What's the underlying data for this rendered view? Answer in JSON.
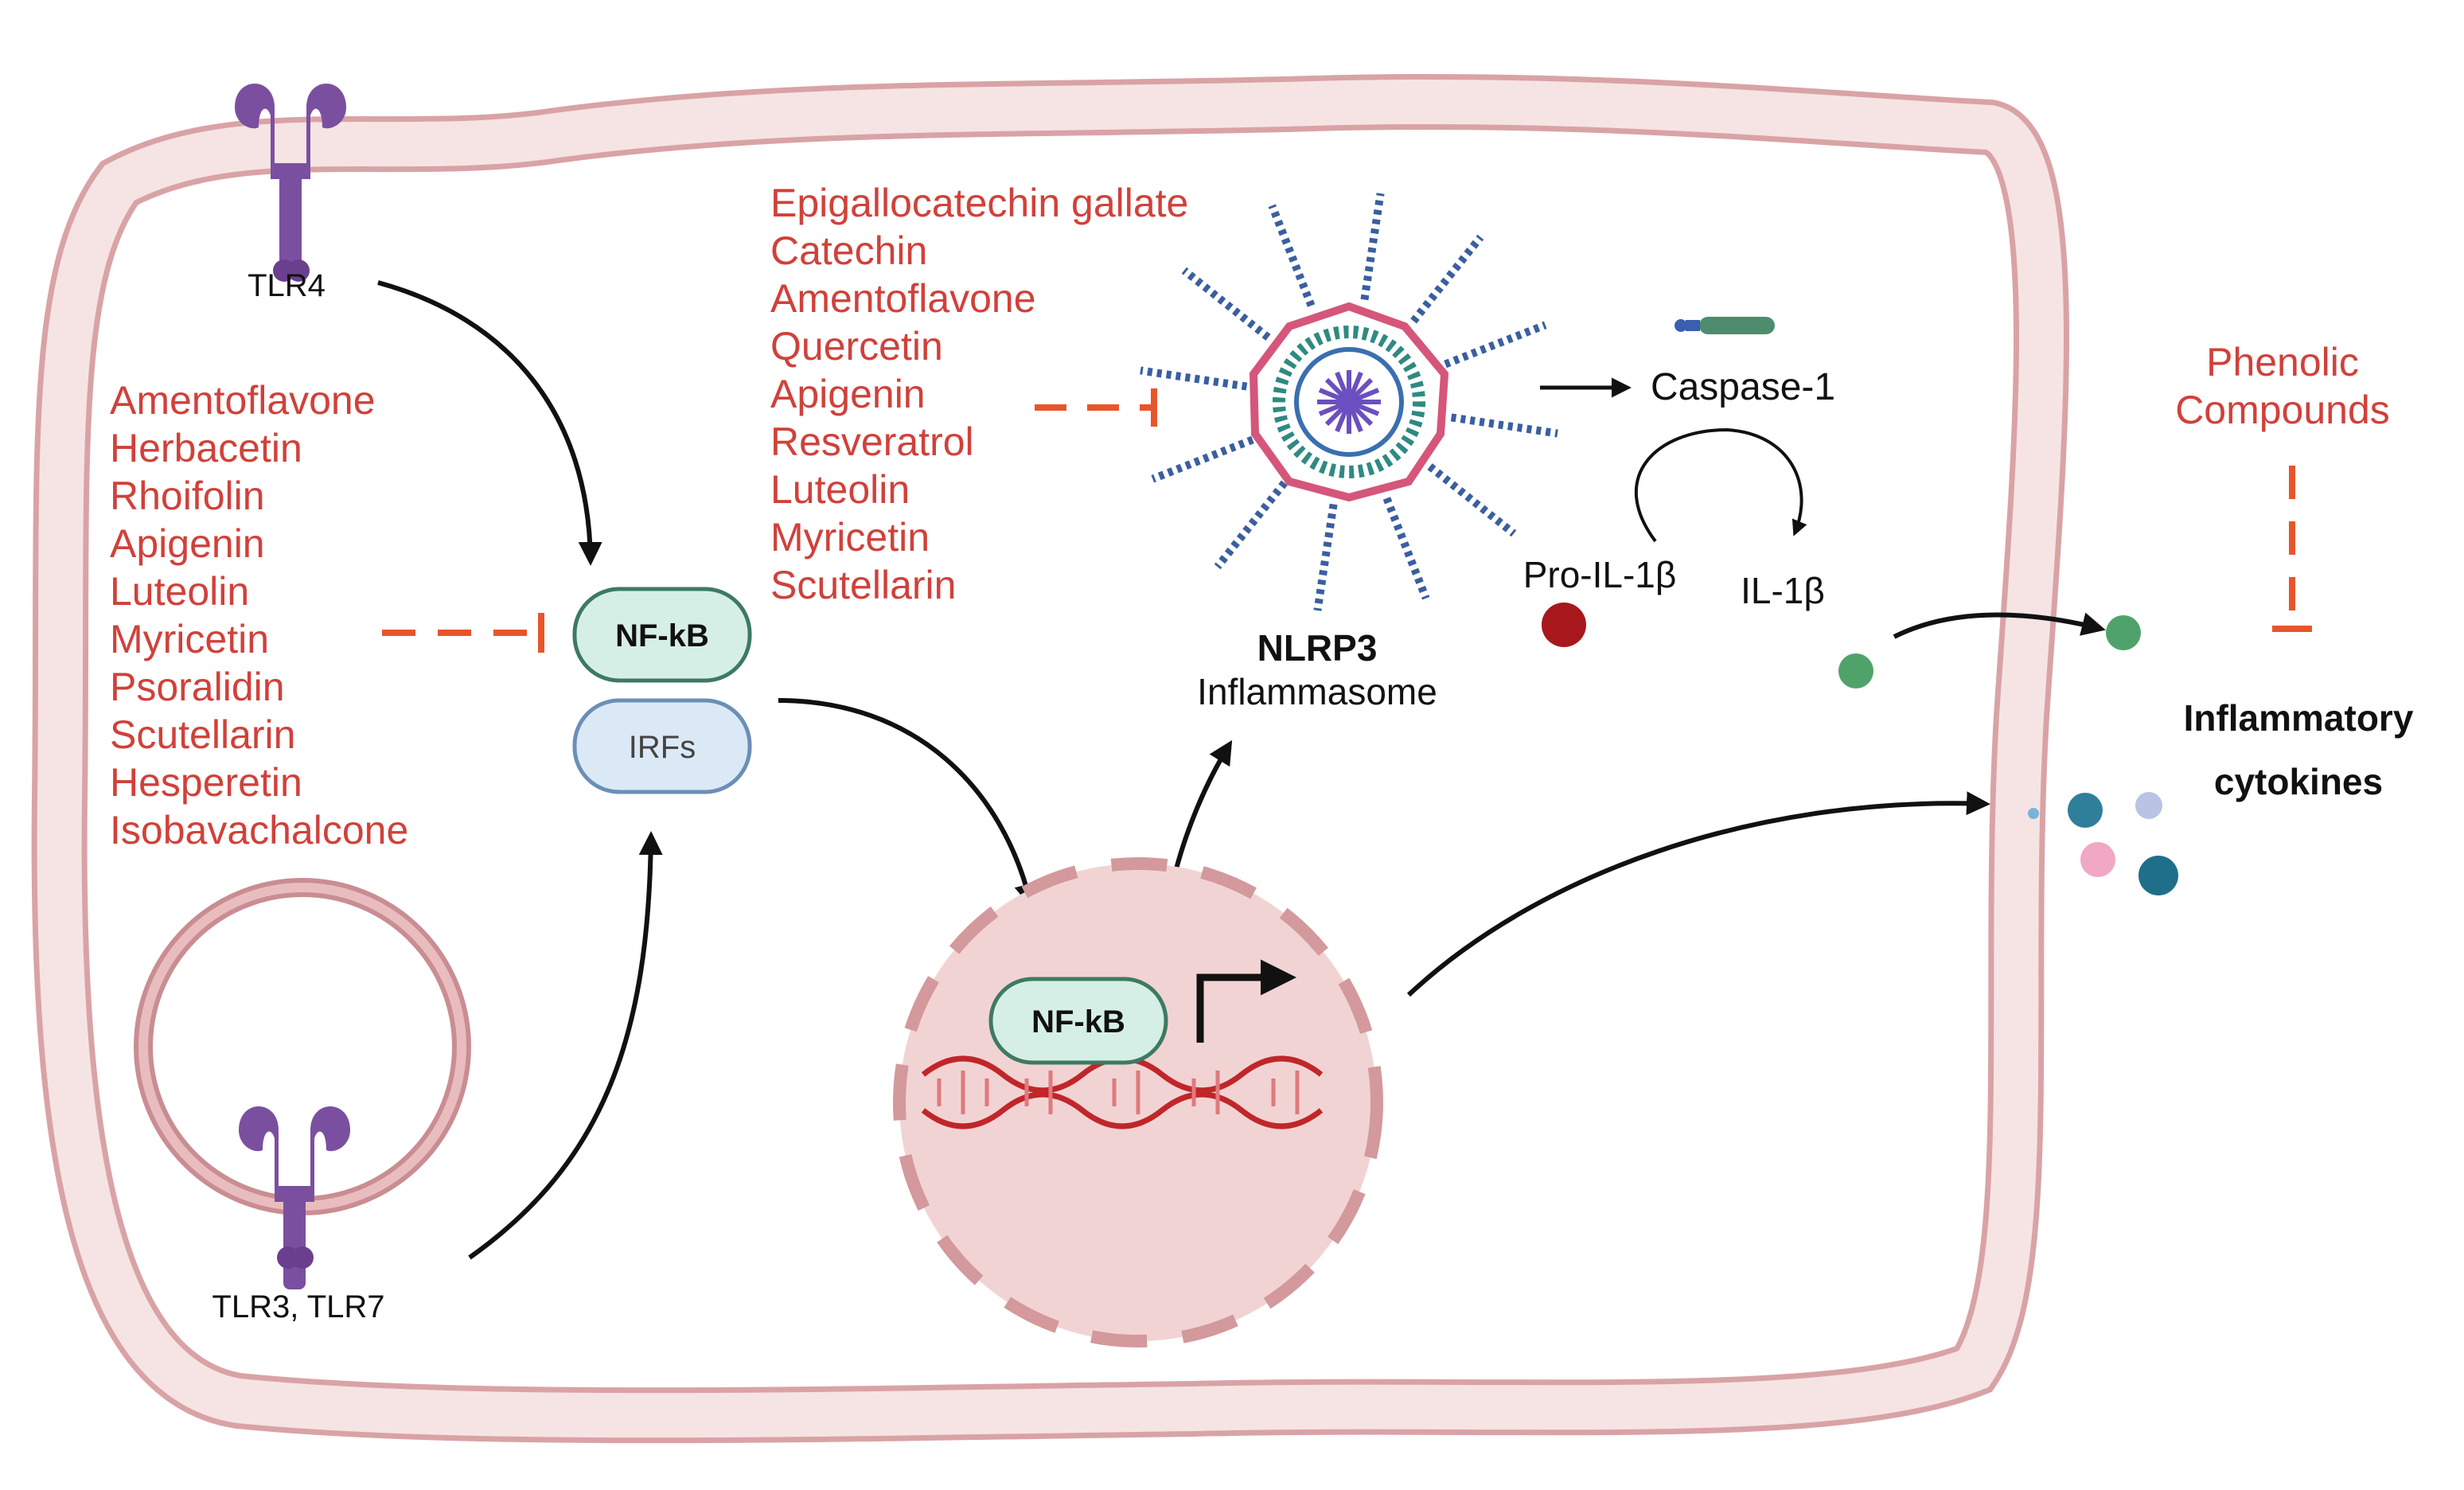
{
  "receptors": {
    "tlr4": "TLR4",
    "tlr3_tlr7": "TLR3, TLR7"
  },
  "inhibitors_nfkb": [
    "Amentoflavone",
    "Herbacetin",
    "Rhoifolin",
    "Apigenin",
    "Luteolin",
    "Myricetin",
    "Psoralidin",
    "Scutellarin",
    "Hesperetin",
    "Isobavachalcone"
  ],
  "inhibitors_nlrp3": [
    "Epigallocatechin gallate",
    "Catechin",
    "Amentoflavone",
    "Quercetin",
    "Apigenin",
    "Resveratrol",
    "Luteolin",
    "Myricetin",
    "Scutellarin"
  ],
  "complex": {
    "nfkb": "NF-kB",
    "irfs": "IRFs"
  },
  "nucleus": {
    "nfkb": "NF-kB"
  },
  "nlrp3": {
    "name": "NLRP3",
    "subtitle": "Inflammasome"
  },
  "caspase": "Caspase-1",
  "pro_il1b": "Pro-IL-1β",
  "il1b": "IL-1β",
  "phenolic": [
    "Phenolic",
    "Compounds"
  ],
  "cytokines": [
    "Inflammatory",
    "cytokines"
  ],
  "colors": {
    "inhibitor_text": "#d0413a",
    "inhibition_line": "#e8552a",
    "membrane": "#f3dcdc",
    "membrane_edge": "#d9a3a6",
    "receptor": "#7b4fa0",
    "nfkb_fill": "#d6efe6",
    "nfkb_edge": "#3d7a62",
    "irfs_fill": "#dbe9f7",
    "irfs_edge": "#6b8fb5",
    "nucleus": "#f2d3d3",
    "dna": "#c0262a"
  }
}
